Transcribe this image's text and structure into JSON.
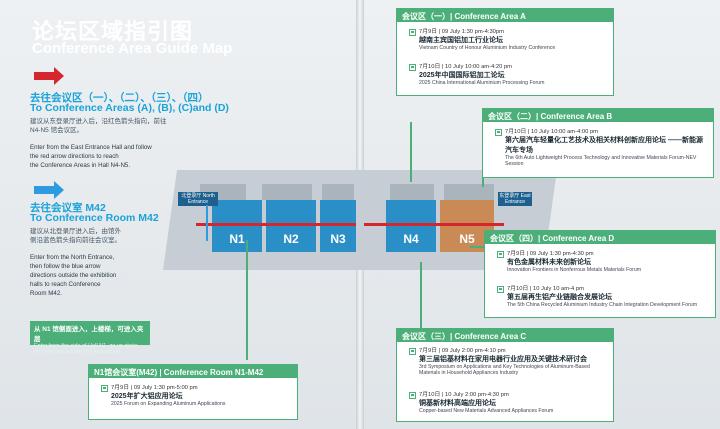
{
  "title": {
    "cn": "论坛区域指引图",
    "en": "Conference Area Guide Map"
  },
  "route_a": {
    "heading_cn": "去往会议区（一）、（二）、（三）、（四）",
    "heading_en": "To Conference Areas (A), (B), (C)and (D)",
    "desc_cn_1": "建议从东登录厅进入后，沿红色箭头指向，前往",
    "desc_cn_2": "N4-N5 馆会议区。",
    "desc_en_1": "Enter from the East Entrance Hall and follow",
    "desc_en_2": "the red arrow directions to reach",
    "desc_en_3": "the Conference Areas in Hall N4-N5."
  },
  "route_b": {
    "heading_cn": "去往会议室 M42",
    "heading_en": "To Conference Room M42",
    "desc_cn_1": "建议从北登录厅进入后，由馆外",
    "desc_cn_2": "侧沿蓝色箭头指向前往会议室。",
    "desc_en_1": "Enter from the North Entrance,",
    "desc_en_2": "then follow the blue arrow",
    "desc_en_3": "directions outside the exhibition",
    "desc_en_4": "halls to reach Conference",
    "desc_en_5": "Room M42."
  },
  "tip": {
    "cn": "从 N1 馆侧面进入，上楼梯，可进入夹层",
    "en": "Enter from the side of Hall N1, go up stairs, and you can access the mezzanine."
  },
  "map": {
    "halls": [
      "N1",
      "N2",
      "N3",
      "N4",
      "N5"
    ],
    "north_entrance": "北登录厅 North Entrance",
    "east_entrance": "东登录厅 East Entrance"
  },
  "card_m42": {
    "header": "N1馆会议室(M42) | Conference Room N1-M42",
    "events": [
      {
        "date": "7月9日 | 09 July 1:30 pm-5:00 pm",
        "cn": "2025年扩大铝应用论坛",
        "en": "2025 Forum on Expanding Aluminum Applications"
      }
    ]
  },
  "card_a": {
    "header": "会议区（一）| Conference Area A",
    "events": [
      {
        "date": "7月9日 | 09 July 1:30 pm-4:30pm",
        "cn": "越南主宾国铝加工行业论坛",
        "en": "Vietnam Country of Honour Aluminium Industry Conference"
      },
      {
        "date": "7月10日 | 10 July 10:00 am-4:20 pm",
        "cn": "2025年中国国际铝加工论坛",
        "en": "2025 China International Aluminium Processing Forum"
      }
    ]
  },
  "card_b": {
    "header": "会议区（二）| Conference Area B",
    "events": [
      {
        "date": "7月10日 | 10 July 10:00 am-4:00 pm",
        "cn": "第六届汽车轻量化工艺技术及相关材料创新应用论坛 ——新能源汽车专场",
        "en": "The 6th Auto Lightweight Process Technology and Innovative Materials Forum-NEV Session"
      }
    ]
  },
  "card_d": {
    "header": "会议区（四）| Conference Area D",
    "events": [
      {
        "date": "7月9日 | 09 July 1:30 pm-4:30 pm",
        "cn": "有色金属材料未来创新论坛",
        "en": "Innovation Frontiers in Nonferrous Metals Materials Forum"
      },
      {
        "date": "7月10日 | 10 July 10 am-4 pm",
        "cn": "第五届再生铝产业链融合发展论坛",
        "en": "The 5th China Recycled Aluminium Industry Chain Integration Development Forum"
      }
    ]
  },
  "card_c": {
    "header": "会议区（三）| Conference Area C",
    "events": [
      {
        "date": "7月9日 | 09 July 2:00 pm-4:10 pm",
        "cn": "第三届铝基材料在家用电器行业应用及关键技术研讨会",
        "en": "3rd Symposium on Applications and Key Technologies of Aluminum-Based Materials in Household Appliances Industry"
      },
      {
        "date": "7月10日 | 10 July 2:00 pm-4:30 pm",
        "cn": "铜基新材料高端应用论坛",
        "en": "Copper-based New Materials Advanced Appliances Forum"
      }
    ]
  },
  "colors": {
    "green": "#4caf7a",
    "red": "#d4262c",
    "blue": "#2c9be0",
    "hall_blue": "#2b8fc7",
    "hall_orange": "#c98a55"
  }
}
